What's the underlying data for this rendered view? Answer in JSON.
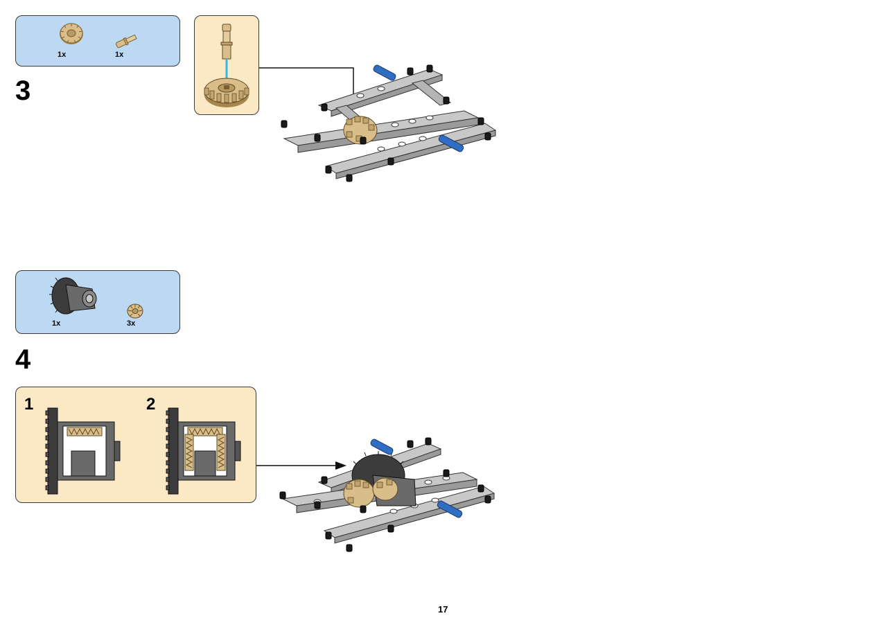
{
  "steps": [
    {
      "number": "3",
      "parts": [
        {
          "icon": "tan-gear-20-tooth-icon",
          "qty": "1x"
        },
        {
          "icon": "tan-axle-pin-icon",
          "qty": "1x"
        }
      ]
    },
    {
      "number": "4",
      "parts": [
        {
          "icon": "dark-grey-differential-icon",
          "qty": "1x"
        },
        {
          "icon": "tan-bevel-gear-12-tooth-icon",
          "qty": "3x"
        }
      ],
      "substeps": [
        "1",
        "2"
      ]
    }
  ],
  "page_number": "17",
  "colors": {
    "parts_panel": "#bcd8f2",
    "subassembly_panel": "#fbe9c6",
    "tan_part": "#d9be8a",
    "light_grey_beam": "#bdbdbd",
    "dark_grey_part": "#555555",
    "blue_pin": "#2f6ec2",
    "black_pin": "#1a1a1a"
  }
}
